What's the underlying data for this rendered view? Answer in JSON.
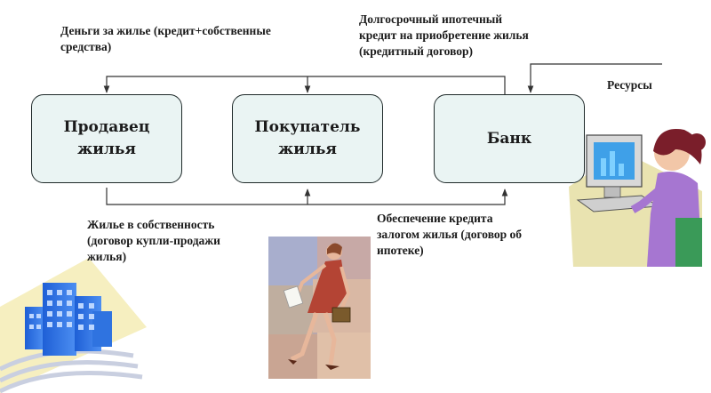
{
  "nodes": {
    "seller": "Продавец\nжилья",
    "buyer": "Покупатель\nжилья",
    "bank": "Банк"
  },
  "labels": {
    "money": "Деньги за жилье (кредит+собственные\nсредства)",
    "mortgage_loan": "Долгосрочный ипотечный\nкредит на приобретение жилья\n(кредитный договор)",
    "resources": "Ресурсы",
    "property": "Жилье в собственность\n(договор купли-продажи\nжилья)",
    "collateral": "Обеспечение кредита\nзалогом жилья (договор об\nипотеке)"
  },
  "colors": {
    "node_fill": "#eaf4f3",
    "node_border": "#1f2a2a",
    "arrow": "#333333"
  }
}
